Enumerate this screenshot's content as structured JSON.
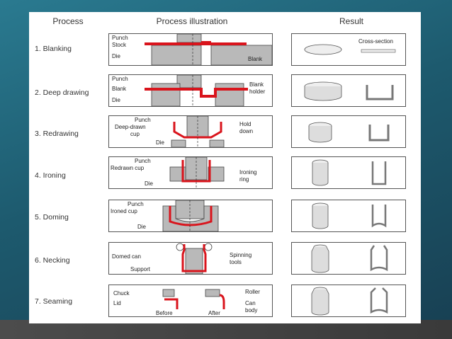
{
  "headers": {
    "process": "Process",
    "illustration": "Process illustration",
    "result": "Result"
  },
  "rows": [
    {
      "name": "1. Blanking",
      "labels": {
        "punch": "Punch",
        "stock": "Stock",
        "die": "Die",
        "blank": "Blank"
      },
      "result_label": "Cross-section"
    },
    {
      "name": "2. Deep drawing",
      "labels": {
        "punch": "Punch",
        "blank": "Blank",
        "die": "Die",
        "blank_holder_1": "Blank",
        "blank_holder_2": "holder"
      }
    },
    {
      "name": "3. Redrawing",
      "labels": {
        "punch": "Punch",
        "cup_1": "Deep-drawn",
        "cup_2": "cup",
        "die": "Die",
        "hold_1": "Hold",
        "hold_2": "down"
      }
    },
    {
      "name": "4. Ironing",
      "labels": {
        "punch": "Punch",
        "cup": "Redrawn cup",
        "die": "Die",
        "ring_1": "Ironing",
        "ring_2": "ring"
      }
    },
    {
      "name": "5. Doming",
      "labels": {
        "punch": "Punch",
        "cup": "Ironed cup",
        "die": "Die"
      }
    },
    {
      "name": "6. Necking",
      "labels": {
        "can": "Domed can",
        "support": "Support",
        "tools_1": "Spinning",
        "tools_2": "tools"
      }
    },
    {
      "name": "7. Seaming",
      "labels": {
        "chuck": "Chuck",
        "lid": "Lid",
        "before": "Before",
        "after": "After",
        "roller": "Roller",
        "body_1": "Can",
        "body_2": "body"
      }
    }
  ],
  "colors": {
    "red": "#d9141c",
    "gray": "#b9b9b9",
    "background": "#1f5f74"
  }
}
